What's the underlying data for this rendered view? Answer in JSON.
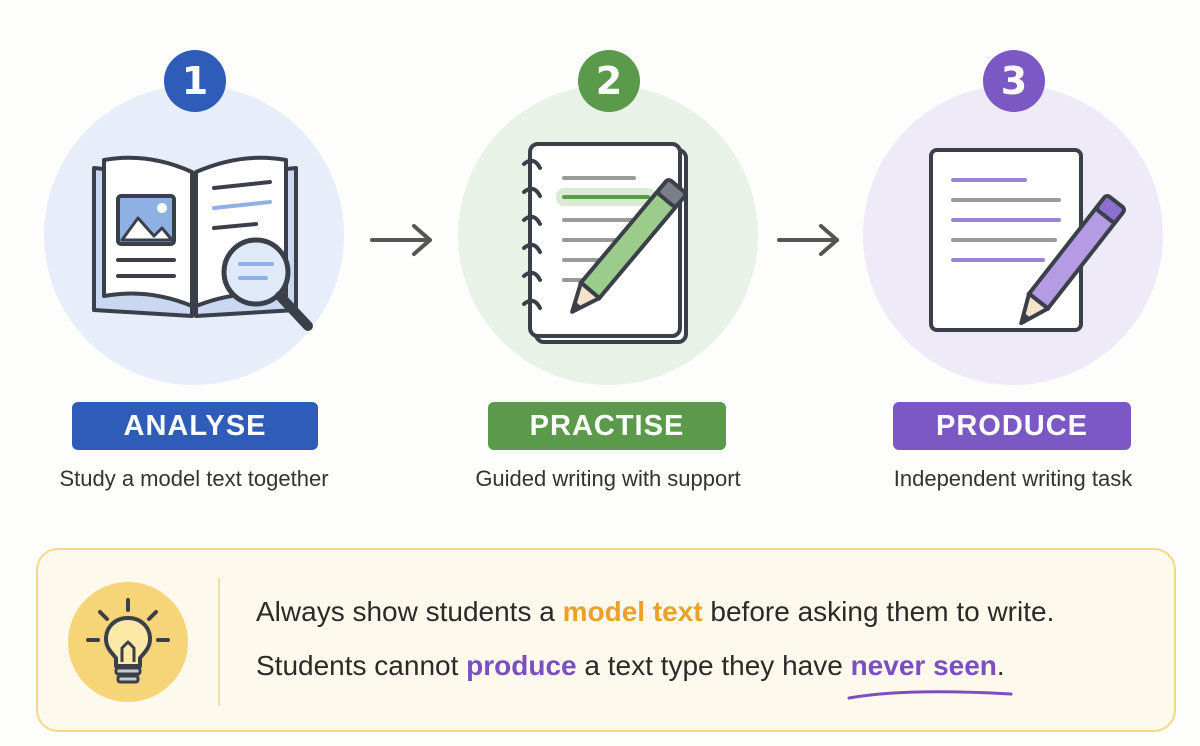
{
  "steps": [
    {
      "number": "1",
      "title": "ANALYSE",
      "caption": "Study a model text together",
      "icon": "book-magnifier-icon",
      "color": "#2e5cb8"
    },
    {
      "number": "2",
      "title": "PRACTISE",
      "caption": "Guided writing with support",
      "icon": "notepad-pencil-icon",
      "color": "#5a9a4a"
    },
    {
      "number": "3",
      "title": "PRODUCE",
      "caption": "Independent writing task",
      "icon": "paper-pencil-icon",
      "color": "#7b58c4"
    }
  ],
  "tip": {
    "icon": "lightbulb-icon",
    "line1": {
      "before": "Always show students a ",
      "highlight": "model text",
      "after": " before asking them to write."
    },
    "line2": {
      "before": "Students cannot ",
      "highlight1": "produce",
      "middle": " a text type they have ",
      "highlight2": "never seen",
      "after": "."
    }
  },
  "colors": {
    "blue": "#2e5cb8",
    "green": "#5a9a4a",
    "purple": "#7b58c4",
    "highlight_yellow": "#eaa02a",
    "tip_background": "#fdf9ec"
  }
}
